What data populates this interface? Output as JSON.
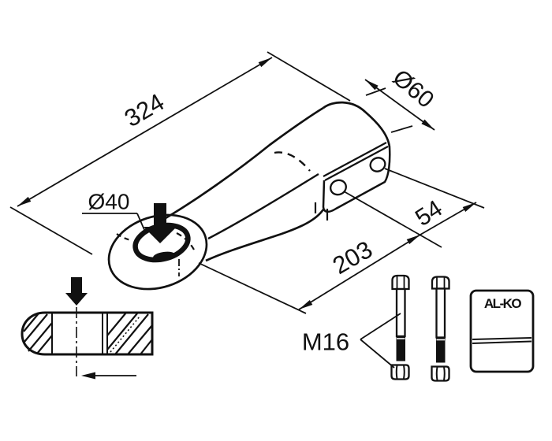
{
  "labels": {
    "overall_length": "324",
    "tube_diameter": "Ø60",
    "eye_diameter": "Ø40",
    "hole_distance": "203",
    "hole_spacing": "54",
    "bolt_size": "M16",
    "logo": "AL-KO"
  },
  "colors": {
    "ink": "#111111",
    "paper": "#ffffff"
  }
}
